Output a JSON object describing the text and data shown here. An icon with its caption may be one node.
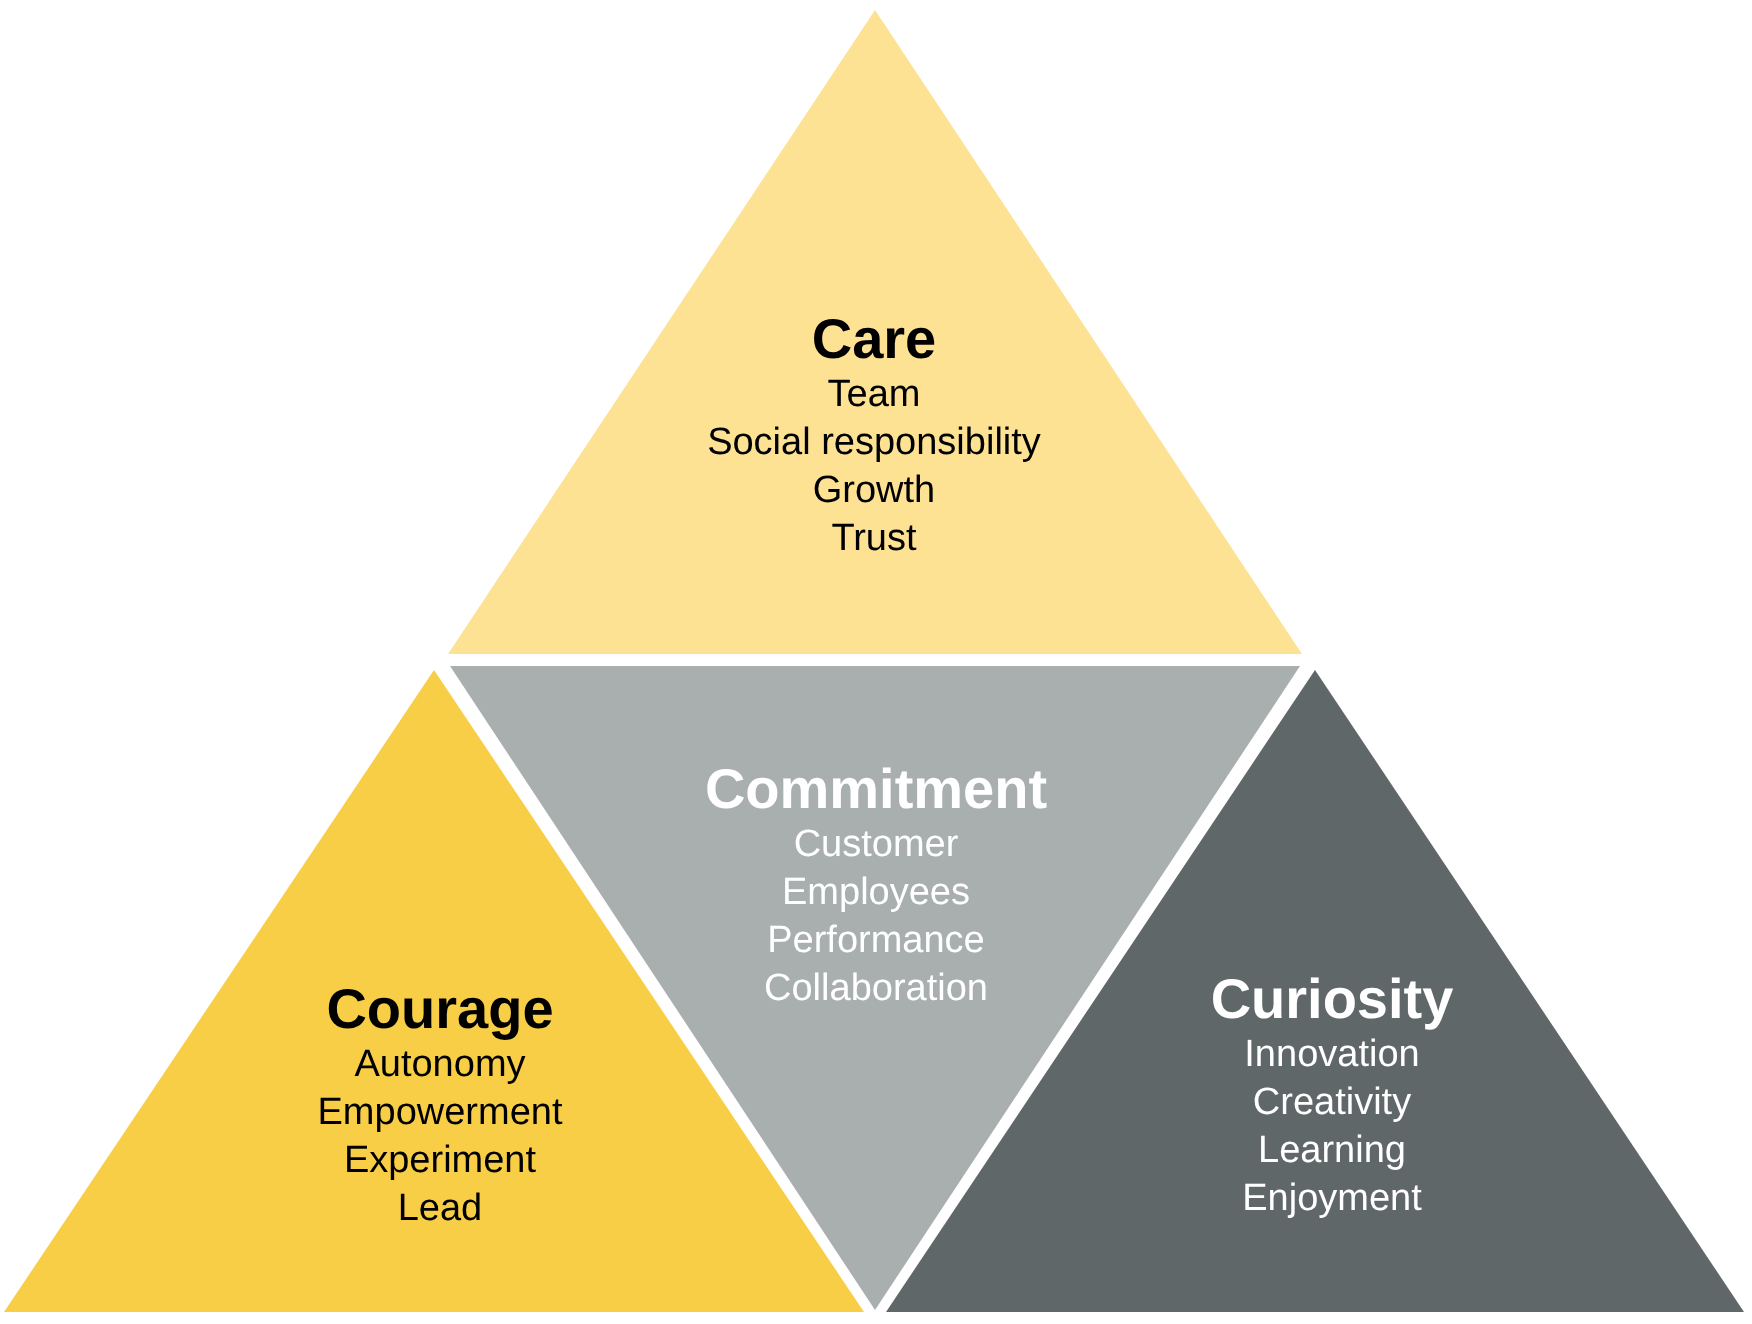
{
  "diagram": {
    "nodes": [
      {
        "text": [
          "Care",
          "Team",
          "Social responsibility",
          "Growth",
          "Trust"
        ]
      },
      {
        "text": [
          "Commitment",
          "Customer",
          "Employees",
          "Performance",
          "Collaboration"
        ]
      },
      {
        "text": [
          "Courage",
          "Autonomy",
          "Empowerment",
          "Experiment",
          "Lead"
        ]
      },
      {
        "text": [
          "Curiosity",
          "Innovation",
          "Creativity",
          "Learning",
          "Enjoyment"
        ]
      }
    ]
  }
}
